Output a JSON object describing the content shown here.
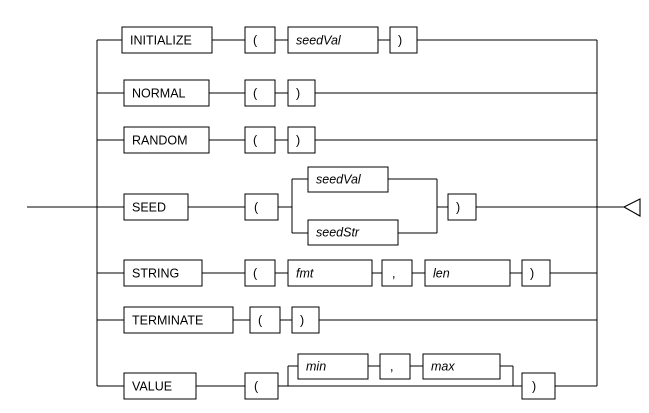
{
  "diagram": {
    "type": "railroad-syntax-diagram",
    "title": "",
    "entry_label": "",
    "terminator_icon": "arrow-left-triangle-icon",
    "stroke_color": "#000000",
    "background_color": "#ffffff",
    "box_fill": "#ffffff",
    "branches": [
      {
        "id": "initialize",
        "keyword": "INITIALIZE",
        "cells": [
          {
            "name": "open-paren",
            "text": "(",
            "style": "punct"
          },
          {
            "name": "seedval-param",
            "text": "seedVal",
            "style": "var"
          },
          {
            "name": "close-paren",
            "text": ")",
            "style": "punct"
          }
        ]
      },
      {
        "id": "normal",
        "keyword": "NORMAL",
        "cells": [
          {
            "name": "open-paren",
            "text": "(",
            "style": "punct"
          },
          {
            "name": "close-paren",
            "text": ")",
            "style": "punct"
          }
        ]
      },
      {
        "id": "random",
        "keyword": "RANDOM",
        "cells": [
          {
            "name": "open-paren",
            "text": "(",
            "style": "punct"
          },
          {
            "name": "close-paren",
            "text": ")",
            "style": "punct"
          }
        ]
      },
      {
        "id": "seed",
        "keyword": "SEED",
        "cells": [
          {
            "name": "open-paren",
            "text": "(",
            "style": "punct"
          },
          {
            "name": "seedval-alternative",
            "text": "seedVal",
            "style": "var"
          },
          {
            "name": "seedstr-alternative",
            "text": "seedStr",
            "style": "var"
          },
          {
            "name": "close-paren",
            "text": ")",
            "style": "punct"
          }
        ],
        "alternation": [
          "seedVal",
          "seedStr"
        ]
      },
      {
        "id": "string",
        "keyword": "STRING",
        "cells": [
          {
            "name": "open-paren",
            "text": "(",
            "style": "punct"
          },
          {
            "name": "fmt-param",
            "text": "fmt",
            "style": "var"
          },
          {
            "name": "comma",
            "text": ",",
            "style": "punct"
          },
          {
            "name": "len-param",
            "text": "len",
            "style": "var"
          },
          {
            "name": "close-paren",
            "text": ")",
            "style": "punct"
          }
        ]
      },
      {
        "id": "terminate",
        "keyword": "TERMINATE",
        "cells": [
          {
            "name": "open-paren",
            "text": "(",
            "style": "punct"
          },
          {
            "name": "close-paren",
            "text": ")",
            "style": "punct"
          }
        ]
      },
      {
        "id": "value",
        "keyword": "VALUE",
        "cells": [
          {
            "name": "open-paren",
            "text": "(",
            "style": "punct"
          },
          {
            "name": "min-param",
            "text": "min",
            "style": "var"
          },
          {
            "name": "comma",
            "text": ",",
            "style": "punct"
          },
          {
            "name": "max-param",
            "text": "max",
            "style": "var"
          },
          {
            "name": "close-paren",
            "text": ")",
            "style": "punct"
          }
        ],
        "optional_group": [
          "min",
          ",",
          "max"
        ]
      }
    ],
    "labels": {
      "initialize": "INITIALIZE",
      "normal": "NORMAL",
      "random": "RANDOM",
      "seed": "SEED",
      "string": "STRING",
      "terminate": "TERMINATE",
      "value": "VALUE",
      "open_paren": "(",
      "close_paren": ")",
      "comma": ",",
      "seedval": "seedVal",
      "seedstr": "seedStr",
      "fmt": "fmt",
      "len": "len",
      "min": "min",
      "max": "max"
    }
  }
}
